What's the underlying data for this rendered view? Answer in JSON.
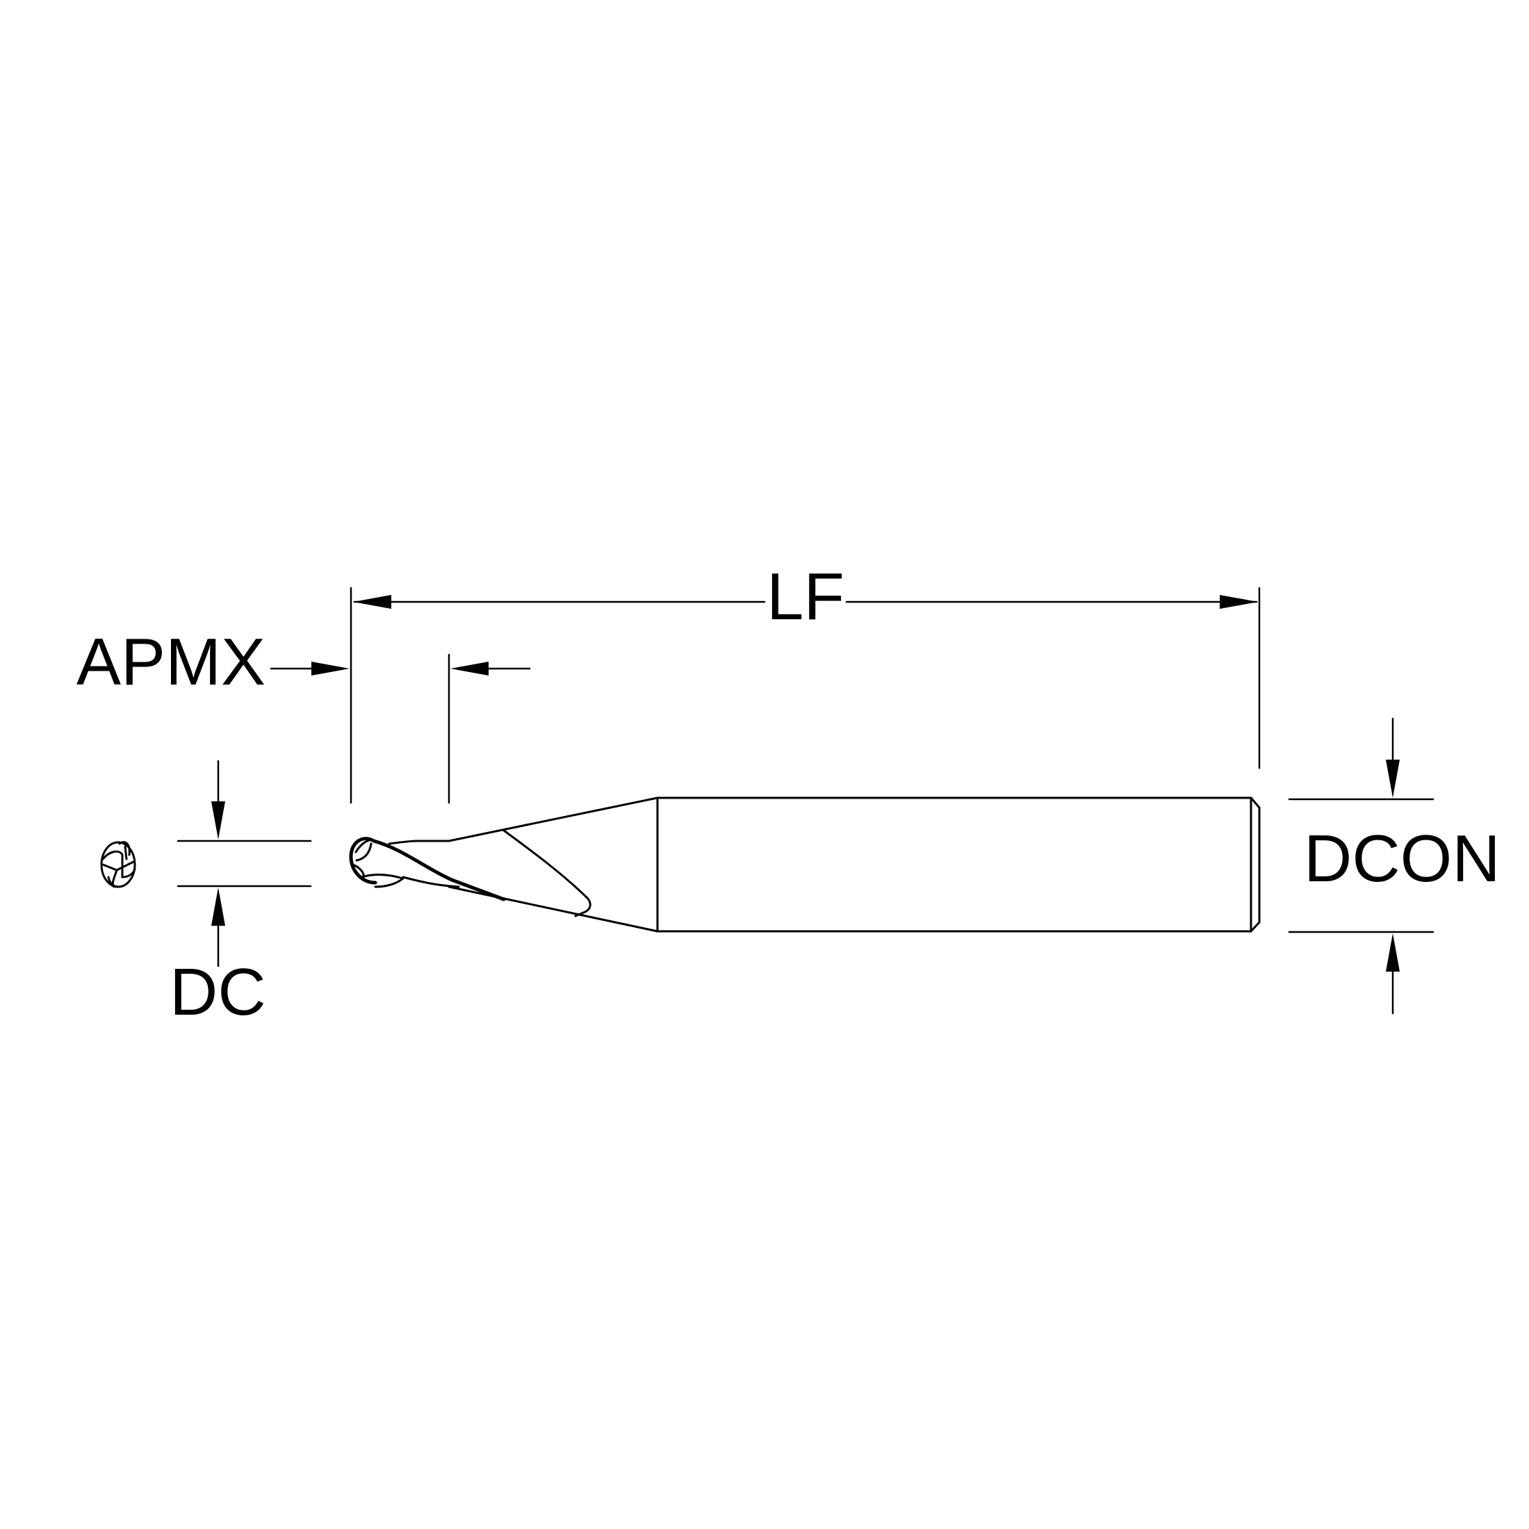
{
  "labels": {
    "overall_length": "LF",
    "max_depth_of_cut": "APMX",
    "cutting_diameter": "DC",
    "shank_diameter": "DCON"
  },
  "line_color": "#000000",
  "background_color": "#ffffff"
}
